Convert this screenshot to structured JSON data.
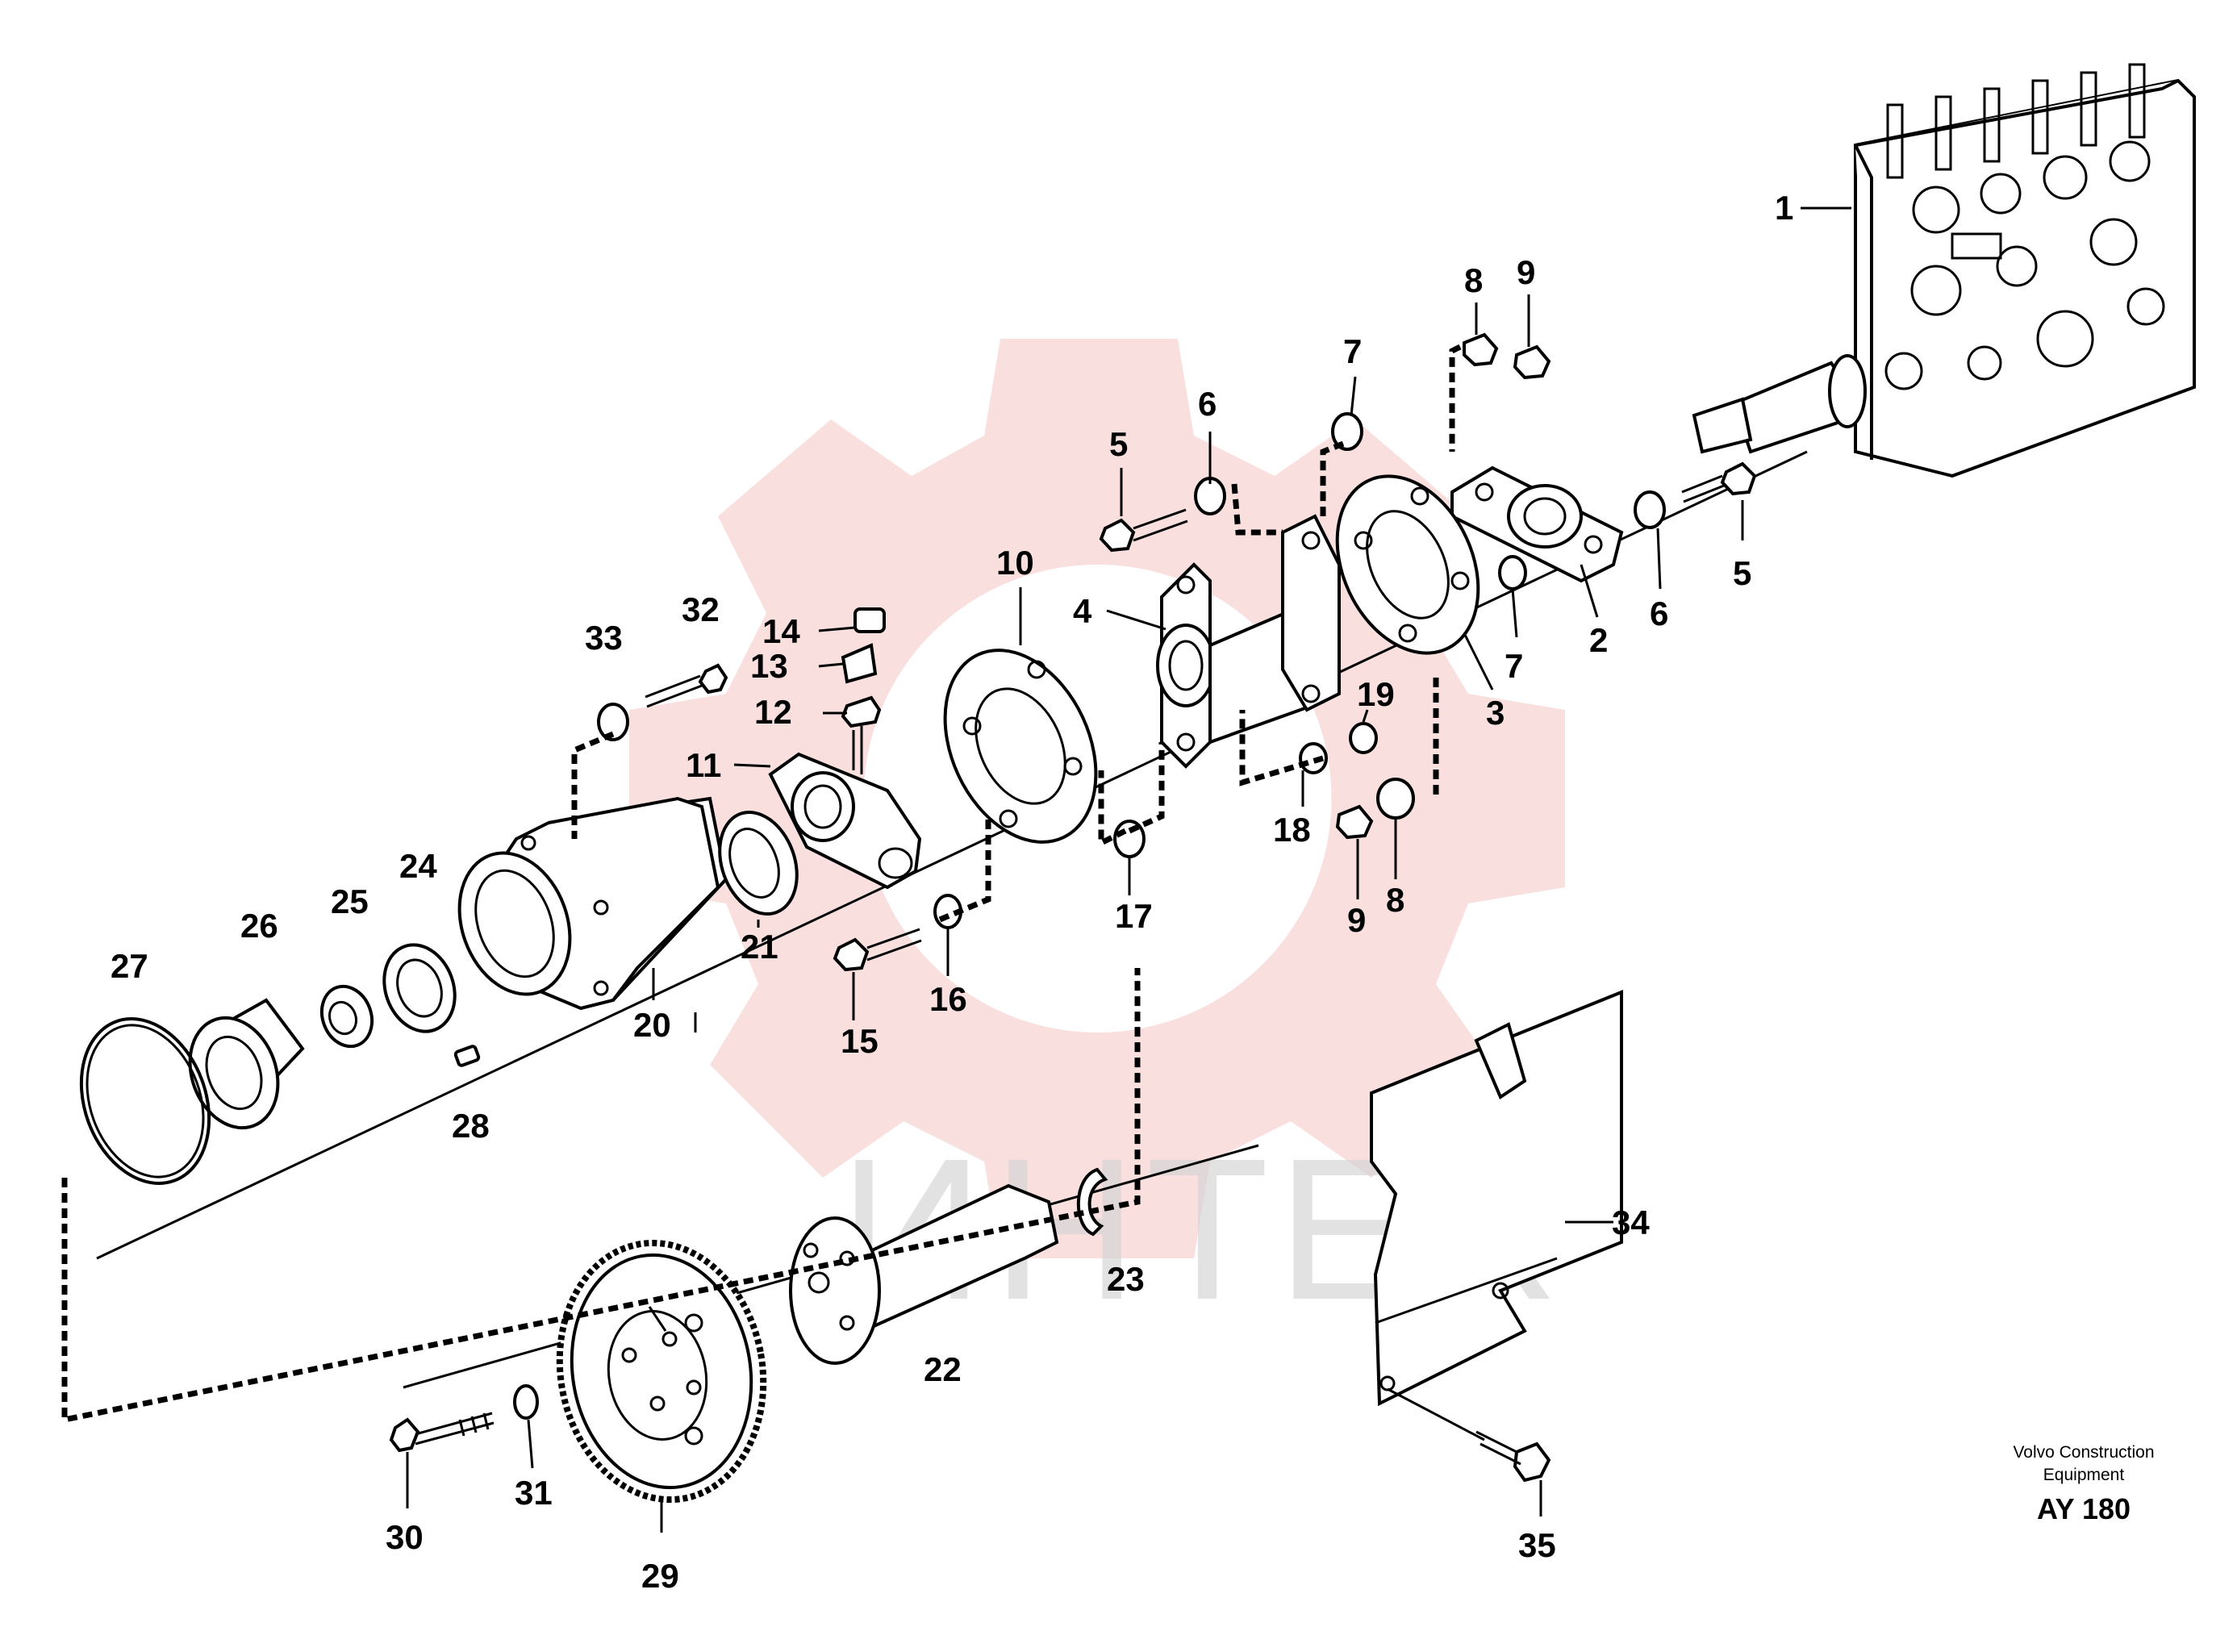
{
  "watermark": {
    "text": "ИНТЕХ",
    "logo_color": "#f3b9b9"
  },
  "footer": {
    "line1": "Volvo Construction",
    "line2": "Equipment",
    "code": "AY 180"
  },
  "callouts": {
    "c1": "1",
    "c2": "2",
    "c3": "3",
    "c4": "4",
    "c5a": "5",
    "c5b": "5",
    "c6a": "6",
    "c6b": "6",
    "c7a": "7",
    "c7b": "7",
    "c8a": "8",
    "c8b": "8",
    "c9a": "9",
    "c9b": "9",
    "c10": "10",
    "c11": "11",
    "c12": "12",
    "c13": "13",
    "c14": "14",
    "c15": "15",
    "c16": "16",
    "c17": "17",
    "c18": "18",
    "c19": "19",
    "c20": "20",
    "c21": "21",
    "c22": "22",
    "c23": "23",
    "c24": "24",
    "c25": "25",
    "c26": "26",
    "c27": "27",
    "c28": "28",
    "c29": "29",
    "c30": "30",
    "c31": "31",
    "c32": "32",
    "c33": "33",
    "c34": "34",
    "c35": "35"
  }
}
